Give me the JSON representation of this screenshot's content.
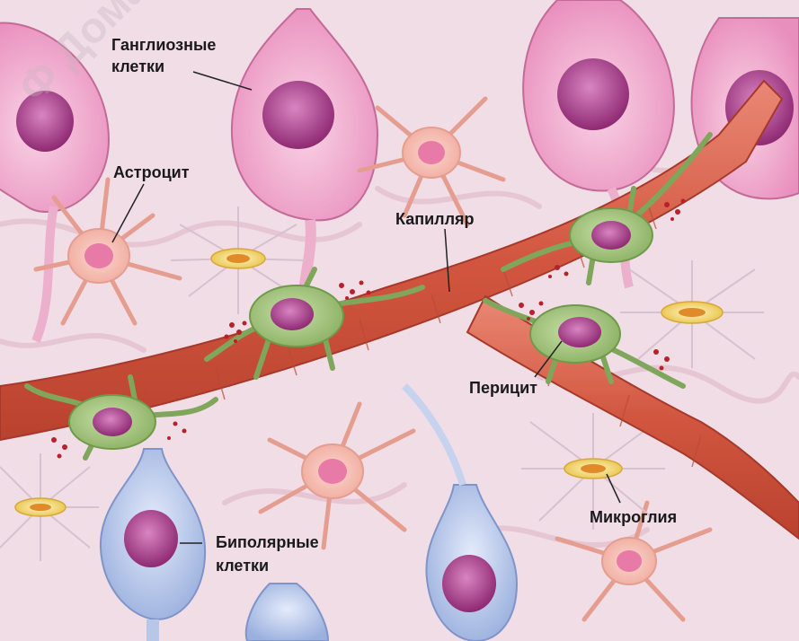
{
  "watermark": "Ф Дома",
  "labels": {
    "ganglion": [
      "Ганглиозные",
      "клетки"
    ],
    "astrocyte": "Астроцит",
    "capillary": "Капилляр",
    "pericyte": "Перицит",
    "microglia": "Микроглия",
    "bipolar": [
      "Биполярные",
      "клетки"
    ]
  },
  "colors": {
    "background": "#f1dde6",
    "ganglion_cell": "#f4b8d6",
    "nucleus": "#b5408f",
    "astrocyte": "#f7c4bc",
    "capillary": "#d9624f",
    "pericyte": "#a8c883",
    "microglia": "#f2d66b",
    "bipolar_cell": "#b8c6e8",
    "red_dots": "#b8202a"
  }
}
